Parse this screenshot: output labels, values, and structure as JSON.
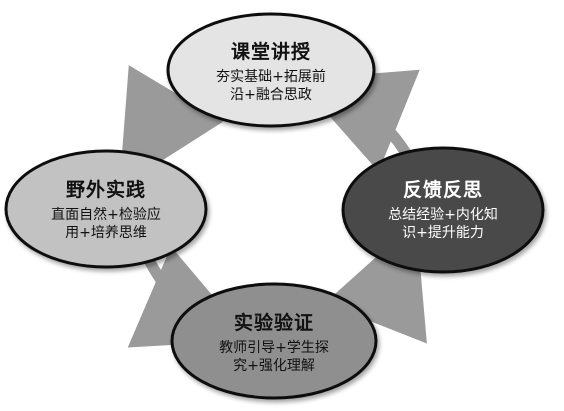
{
  "diagram": {
    "nodes": [
      {
        "id": "lecture",
        "title": "课堂讲授",
        "desc_lines": [
          "夯实基础+拓展前",
          "沿+融合思政"
        ],
        "fill": "#e4e4e4"
      },
      {
        "id": "fieldwork",
        "title": "野外实践",
        "desc_lines": [
          "直面自然+检验应",
          "用+培养思维"
        ],
        "fill": "#c2c2c2"
      },
      {
        "id": "experiment",
        "title": "实验验证",
        "desc_lines": [
          "教师引导+学生探",
          "究+强化理解"
        ],
        "fill": "#8f8f8f"
      },
      {
        "id": "feedback",
        "title": "反馈反思",
        "desc_lines": [
          "总结经验+内化知",
          "识+提升能力"
        ],
        "fill": "#4a4a4a"
      }
    ],
    "flow": [
      "lecture",
      "fieldwork",
      "experiment",
      "feedback",
      "lecture"
    ],
    "colors": {
      "outline": "#111111",
      "arrow": "#9a9a9a"
    }
  }
}
